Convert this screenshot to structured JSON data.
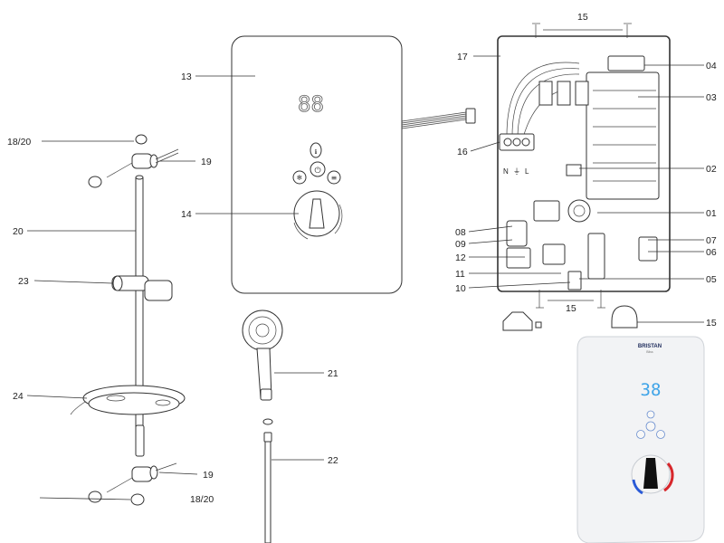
{
  "callouts": {
    "c13": "13",
    "c14": "14",
    "c15_top": "15",
    "c15_bottom": "15",
    "c15_right": "15",
    "c17": "17",
    "c16": "16",
    "c04": "04",
    "c03": "03",
    "c02": "02",
    "c01": "01",
    "c07": "07",
    "c06": "06",
    "c05": "05",
    "c08": "08",
    "c09": "09",
    "c12": "12",
    "c11": "11",
    "c10": "10",
    "c18_20_top": "18/20",
    "c18_20_bottom": "18/20",
    "c19_top": "19",
    "c19_bottom": "19",
    "c20": "20",
    "c23": "23",
    "c24": "24",
    "c21": "21",
    "c22": "22"
  },
  "terminals": {
    "neutral": "N",
    "earth": "⏚",
    "live": "L"
  },
  "product": {
    "brand": "BRISTAN",
    "model": "Bliss",
    "display": "38"
  },
  "colors": {
    "display": "#3fa4e8",
    "hot": "#d7262b",
    "cold": "#2a5ad7",
    "brand": "#1c2a5a"
  }
}
